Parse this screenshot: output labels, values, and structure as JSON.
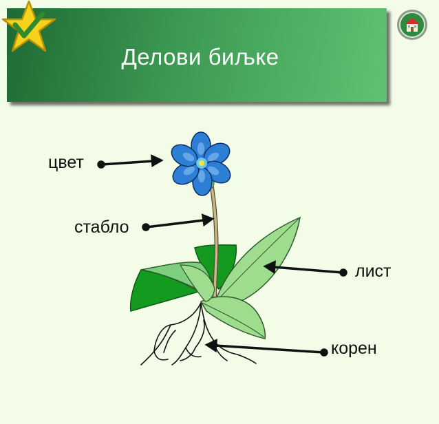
{
  "header": {
    "title": "Делови биљке",
    "star_icon": "star-check-icon",
    "home_icon": "home-icon"
  },
  "diagram": {
    "labels": {
      "flower": "цвет",
      "stem": "стабло",
      "leaf": "лист",
      "root": "корен"
    }
  },
  "colors": {
    "background": "#f2fce6",
    "banner_dark": "#1f6a34",
    "banner_light": "#5fc272",
    "flower_blue": "#2d7fd6",
    "leaf_green": "#7dcf7d",
    "dark_leaf": "#139a1f",
    "stem": "#c7b98f"
  }
}
